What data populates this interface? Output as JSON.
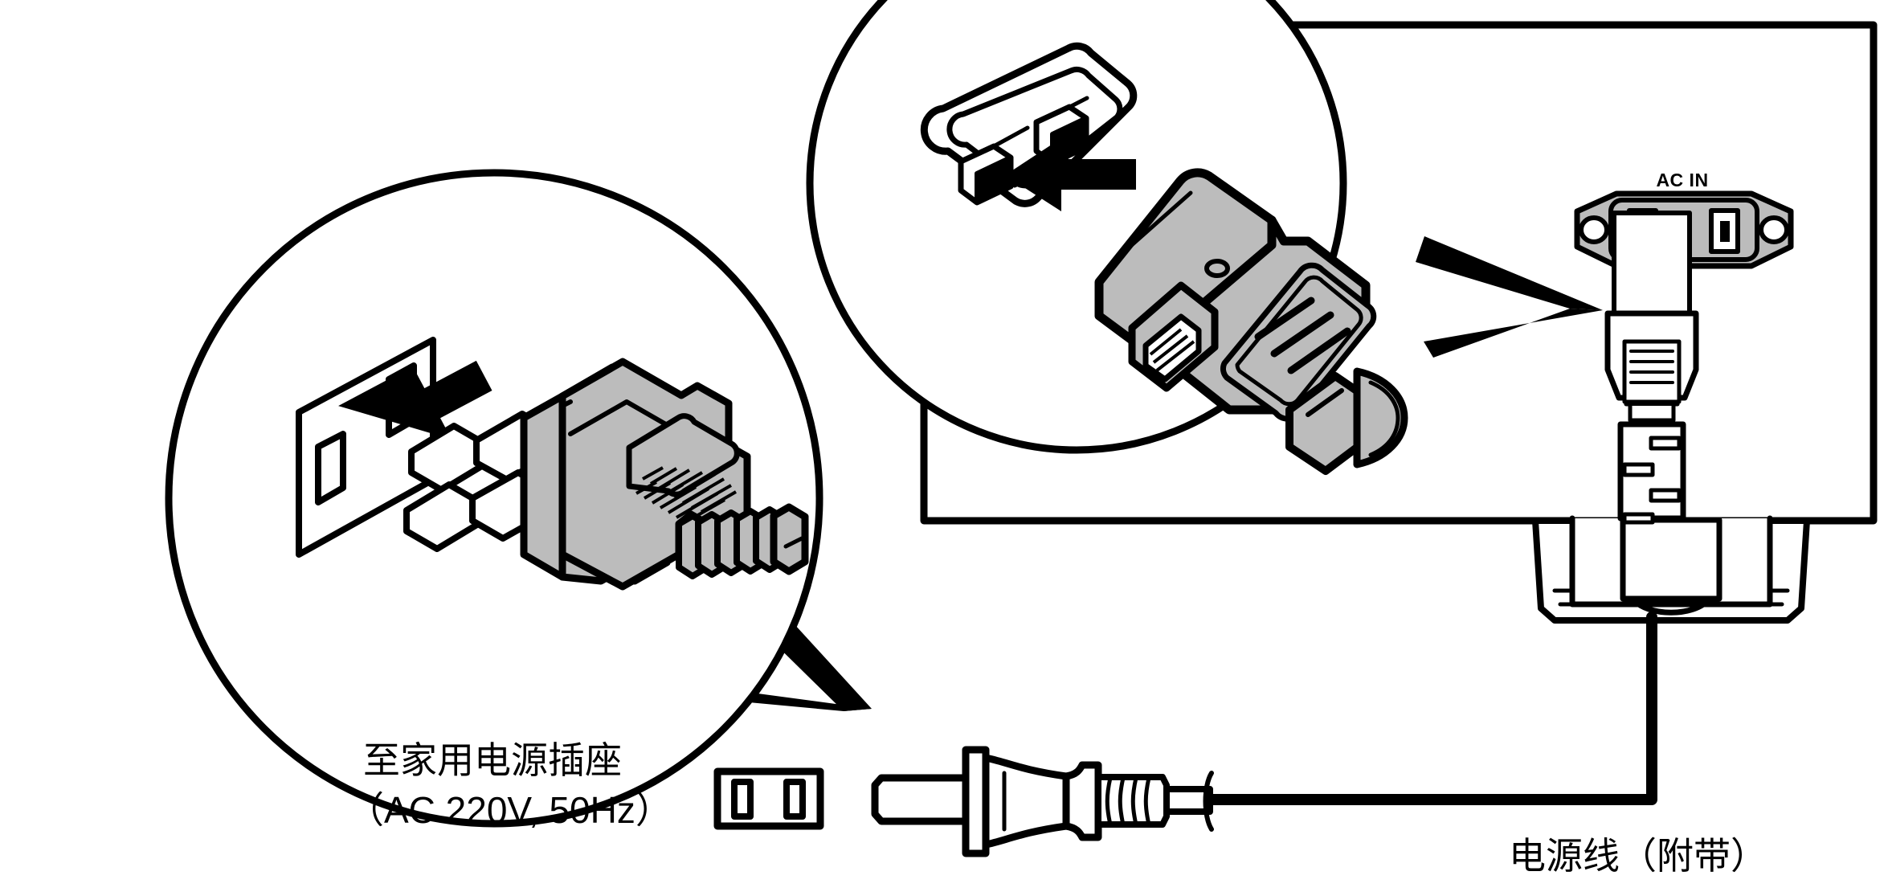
{
  "figure": {
    "kind": "appliance-power-connection-diagram",
    "background_color": "#ffffff",
    "line_color": "#000000",
    "part_fill_color": "#bcbcbc"
  },
  "labels": {
    "wall_outlet_line1": "至家用电源插座",
    "wall_outlet_line2": "（AC 220V, 50Hz）",
    "ac_in": "AC IN",
    "power_cord": "电源线（附带）"
  },
  "callouts": [
    {
      "name": "wall-plug-detail",
      "shape": "circle",
      "contents": [
        "wall-outlet-socket",
        "insertion-arrow",
        "two-prong-ac-plug"
      ]
    },
    {
      "name": "device-inlet-detail",
      "shape": "circle",
      "contents": [
        "iec-inlet-receptacle",
        "insertion-arrow",
        "iec-connector-plug"
      ]
    }
  ],
  "components": {
    "television": "tv-rear-panel",
    "ac_inlet": "ac-in-socket",
    "connector": "iec-c13-connector",
    "cord": "power-cord-cable",
    "plug": "two-prong-ac-plug-side-view",
    "outlet_symbol": "wall-outlet-symbol"
  }
}
